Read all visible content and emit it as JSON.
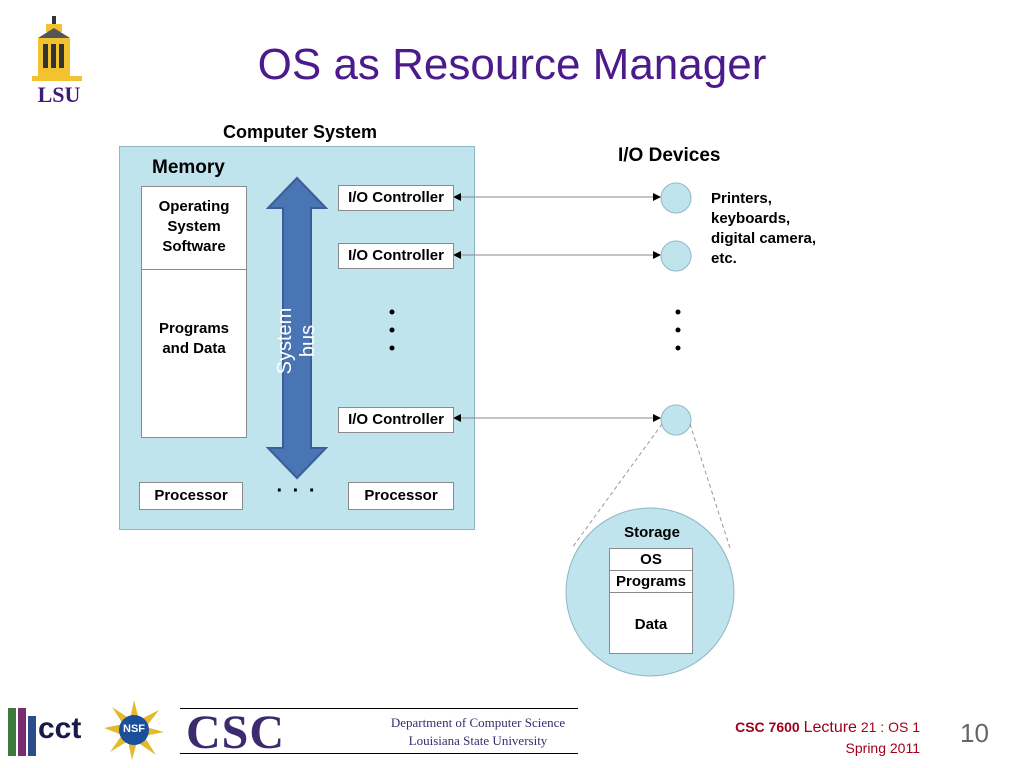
{
  "slide": {
    "title": "OS as Resource Manager",
    "page_number": "10"
  },
  "logos": {
    "lsu": "LSU",
    "cct": "cct",
    "nsf": "NSF",
    "csc": "CSC",
    "dept_line1": "Department of Computer Science",
    "dept_line2": "Louisiana State University"
  },
  "computer_system": {
    "label": "Computer System",
    "memory_label": "Memory",
    "os_software": [
      "Operating",
      "System",
      "Software"
    ],
    "programs_data": [
      "Programs",
      "and Data"
    ],
    "system_bus": "System bus",
    "io_controllers": [
      "I/O Controller",
      "I/O Controller",
      "I/O Controller"
    ],
    "processors": [
      "Processor",
      "Processor"
    ],
    "ellipsis": "· · ·"
  },
  "io_devices": {
    "label": "I/O Devices",
    "examples": [
      "Printers,",
      "keyboards,",
      "digital camera,",
      "etc."
    ]
  },
  "storage": {
    "label": "Storage",
    "os": "OS",
    "programs": "Programs",
    "data": "Data"
  },
  "footer": {
    "course": "CSC 7600",
    "lecture_word": "Lecture",
    "lecture_info": "21 : OS 1",
    "term": "Spring 2011"
  },
  "colors": {
    "title": "#4b1a8c",
    "panel": "#c0e4ee",
    "bus": "#4a75b5",
    "footer_course": "#a0001a"
  }
}
